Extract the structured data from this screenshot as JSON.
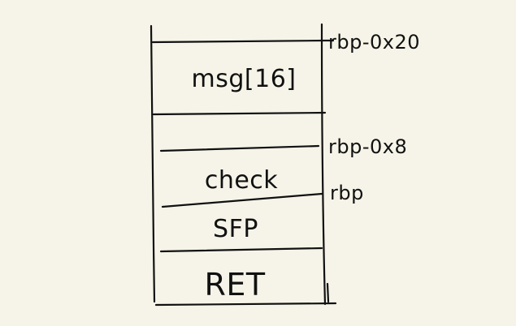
{
  "stack": {
    "cells": [
      {
        "label": "msg[16]"
      },
      {
        "label": "check"
      },
      {
        "label": "SFP"
      },
      {
        "label": "RET"
      }
    ],
    "offsets": [
      {
        "label": "rbp-0x20"
      },
      {
        "label": "rbp-0x8"
      },
      {
        "label": "rbp"
      }
    ]
  },
  "colors": {
    "background": "#f6f4e8",
    "ink": "#111111"
  }
}
